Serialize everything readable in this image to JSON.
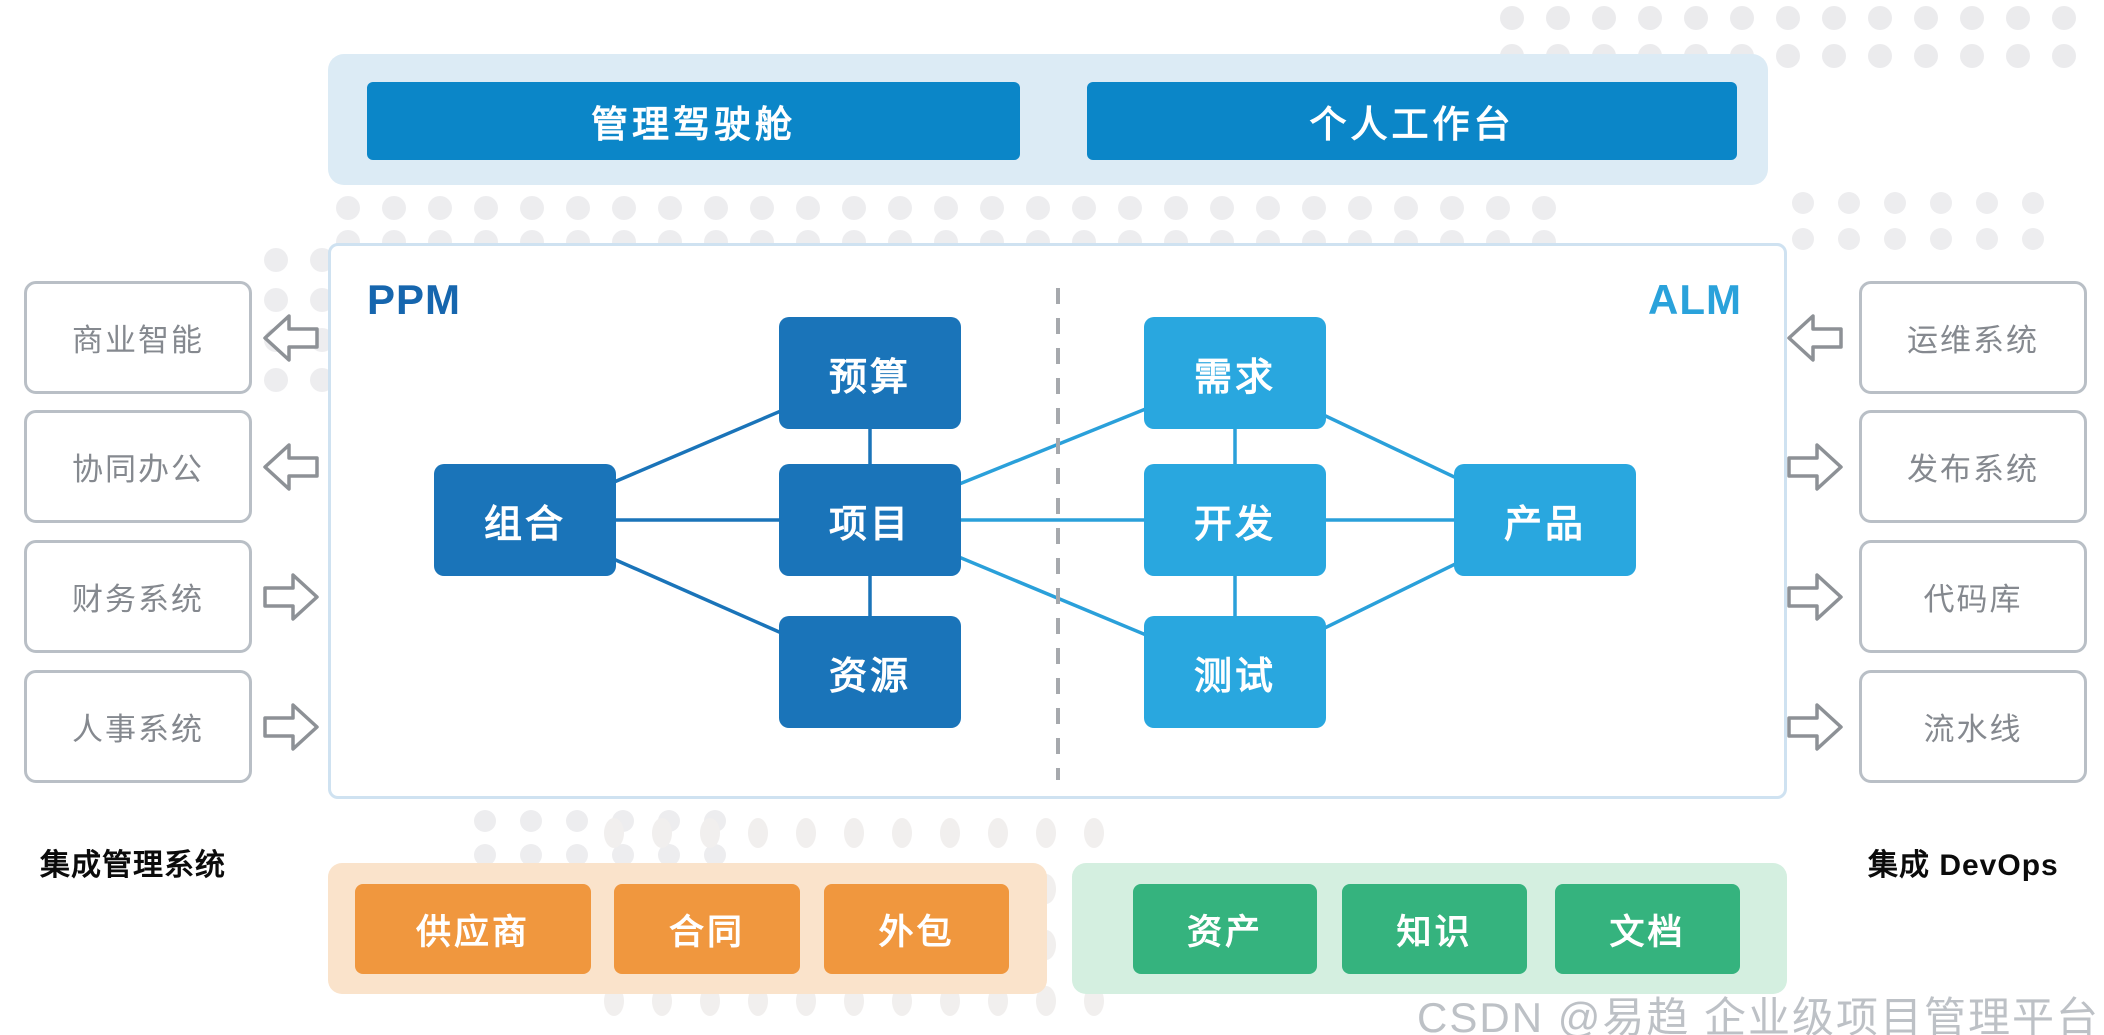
{
  "top_bar": {
    "dashboard_label": "管理驾驶舱",
    "workbench_label": "个人工作台"
  },
  "main_panel": {
    "left_label": "PPM",
    "right_label": "ALM",
    "nodes": [
      {
        "id": "portfolio",
        "label": "组合",
        "group": "ppm"
      },
      {
        "id": "budget",
        "label": "预算",
        "group": "ppm"
      },
      {
        "id": "project",
        "label": "项目",
        "group": "ppm"
      },
      {
        "id": "resource",
        "label": "资源",
        "group": "ppm"
      },
      {
        "id": "requirement",
        "label": "需求",
        "group": "alm"
      },
      {
        "id": "development",
        "label": "开发",
        "group": "alm"
      },
      {
        "id": "test",
        "label": "测试",
        "group": "alm"
      },
      {
        "id": "product",
        "label": "产品",
        "group": "alm"
      }
    ],
    "connections": [
      {
        "from": "portfolio",
        "to": "budget",
        "tone": "dark"
      },
      {
        "from": "portfolio",
        "to": "project",
        "tone": "dark"
      },
      {
        "from": "portfolio",
        "to": "resource",
        "tone": "dark"
      },
      {
        "from": "budget",
        "to": "project",
        "tone": "dark"
      },
      {
        "from": "project",
        "to": "resource",
        "tone": "dark"
      },
      {
        "from": "project",
        "to": "requirement",
        "tone": "light"
      },
      {
        "from": "project",
        "to": "development",
        "tone": "light"
      },
      {
        "from": "project",
        "to": "test",
        "tone": "light"
      },
      {
        "from": "requirement",
        "to": "development",
        "tone": "light"
      },
      {
        "from": "development",
        "to": "test",
        "tone": "light"
      },
      {
        "from": "requirement",
        "to": "product",
        "tone": "light"
      },
      {
        "from": "development",
        "to": "product",
        "tone": "light"
      },
      {
        "from": "test",
        "to": "product",
        "tone": "light"
      }
    ]
  },
  "left_systems": {
    "label": "集成管理系统",
    "items": [
      {
        "label": "商业智能",
        "arrow": "left"
      },
      {
        "label": "协同办公",
        "arrow": "left"
      },
      {
        "label": "财务系统",
        "arrow": "right"
      },
      {
        "label": "人事系统",
        "arrow": "right"
      }
    ]
  },
  "right_systems": {
    "label": "集成 DevOps",
    "items": [
      {
        "label": "运维系统",
        "arrow": "left"
      },
      {
        "label": "发布系统",
        "arrow": "right"
      },
      {
        "label": "代码库",
        "arrow": "right"
      },
      {
        "label": "流水线",
        "arrow": "right"
      }
    ]
  },
  "bottom_left_group": {
    "items": [
      "供应商",
      "合同",
      "外包"
    ]
  },
  "bottom_right_group": {
    "items": [
      "资产",
      "知识",
      "文档"
    ]
  },
  "watermark": "CSDN @易趋 企业级项目管理平台",
  "colors": {
    "button_blue": "#0b86c8",
    "top_panel_bg": "#dcebf5",
    "ppm_box": "#1a74b9",
    "alm_box": "#29a7df",
    "ppm_label": "#1666ae",
    "alm_label": "#2aa2db",
    "line_dark": "#1a74b9",
    "line_light": "#2aa0da",
    "divider_gray": "#a6a9ad",
    "system_border": "#b9bfc6",
    "system_text": "#85898f",
    "orange_box": "#f0973e",
    "orange_panel": "#fae3cb",
    "green_box": "#35b37e",
    "green_panel": "#d4efe0"
  }
}
